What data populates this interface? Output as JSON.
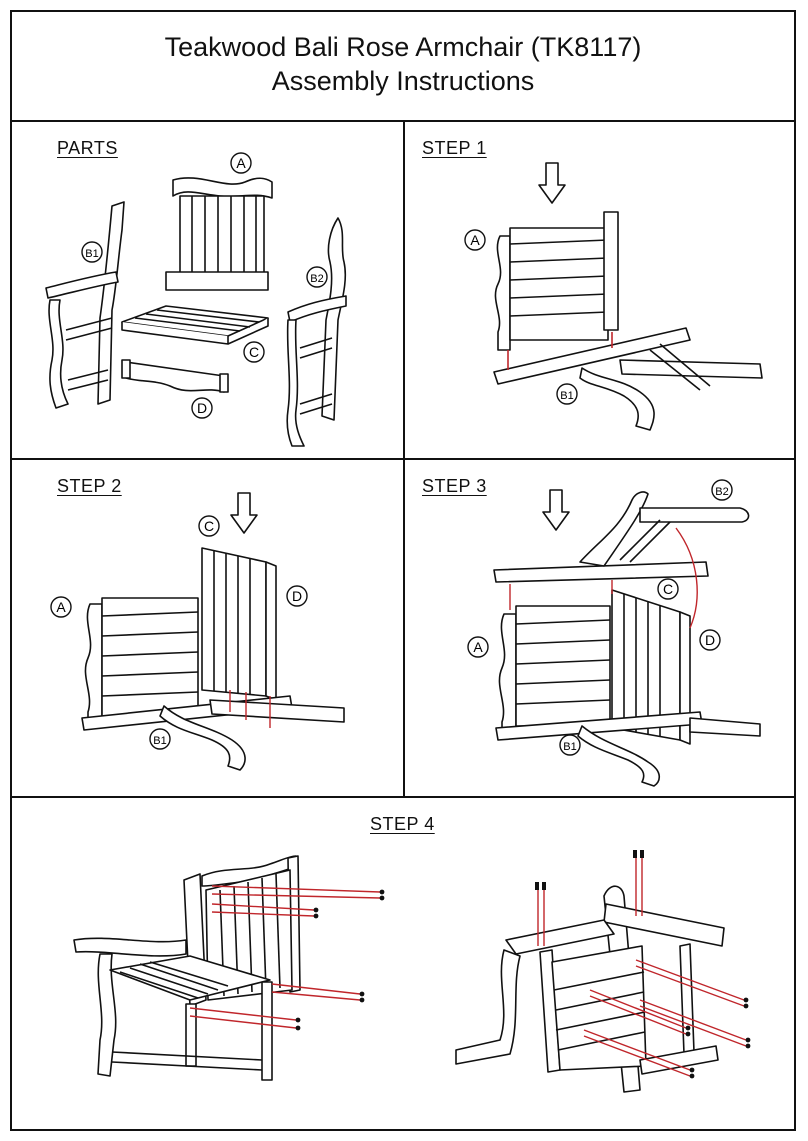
{
  "title": {
    "line1": "Teakwood Bali Rose Armchair (TK8117)",
    "line2": "Assembly Instructions"
  },
  "sections": {
    "parts": "PARTS",
    "step1": "STEP 1",
    "step2": "STEP 2",
    "step3": "STEP 3",
    "step4": "STEP 4"
  },
  "part_labels": {
    "a": "A",
    "b1": "B1",
    "b2": "B2",
    "c": "C",
    "d": "D"
  },
  "colors": {
    "line": "#111111",
    "highlight": "#c0262b"
  },
  "icons": [
    "down-arrow-icon",
    "screw-icon",
    "bolt-icon"
  ]
}
